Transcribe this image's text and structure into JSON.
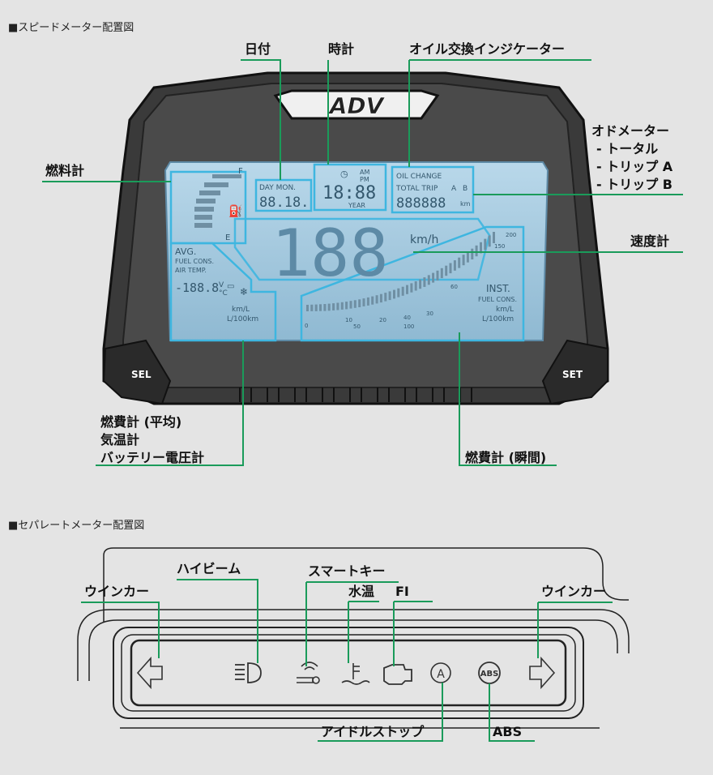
{
  "section1_title": "■スピードメーター配置図",
  "section2_title": "■セパレートメーター配置図",
  "labels": {
    "date": "日付",
    "clock": "時計",
    "oil": "オイル交換インジケーター",
    "odo_lines": [
      "オドメーター",
      "- トータル",
      "- トリップ A",
      "- トリップ B"
    ],
    "fuel": "燃料計",
    "speed": "速度計",
    "avg_lines": [
      "燃費計 (平均)",
      "気温計",
      "バッテリー電圧計"
    ],
    "inst": "燃費計 (瞬間)",
    "turn_left": "ウインカー",
    "high_beam": "ハイビーム",
    "smart_key": "スマートキー",
    "water_temp": "水温",
    "fi": "FI",
    "turn_right": "ウインカー",
    "idle_stop": "アイドルストップ",
    "abs": "ABS"
  },
  "meter": {
    "logo": "ADV",
    "sel": "SEL",
    "set": "SET",
    "day_mon": "DAY  MON.",
    "date_digits": "88.18.",
    "clock_digits": "18:88",
    "am": "AM",
    "pm": "PM",
    "year": "YEAR",
    "oil_change": "OIL CHANGE",
    "total_trip": "TOTAL TRIP",
    "trip_a": "A",
    "trip_b": "B",
    "odo_digits": "888888",
    "km": "km",
    "fuel_f": "F",
    "fuel_e": "E",
    "speed_digits": "188",
    "kmh": "km/h",
    "avg": "AVG.",
    "fuel_cons": "FUEL CONS.",
    "air_temp": "AIR TEMP.",
    "avg_digits": "-188.8",
    "v_unit": "V",
    "c_unit": "°C",
    "kml": "km/L",
    "l100": "L/100km",
    "inst": "INST.",
    "inst_fuel": "FUEL CONS.",
    "inst_kml": "km/L",
    "inst_l100": "L/100km",
    "scale": [
      "0",
      "10",
      "20",
      "30",
      "40",
      "50",
      "60",
      "100",
      "150",
      "200"
    ]
  },
  "icons": {
    "abs_text": "ABS",
    "a_text": "A"
  },
  "colors": {
    "green": "#1a9b5a",
    "lcd": "#9fc5dc",
    "highlight": "#3eb6e0"
  }
}
